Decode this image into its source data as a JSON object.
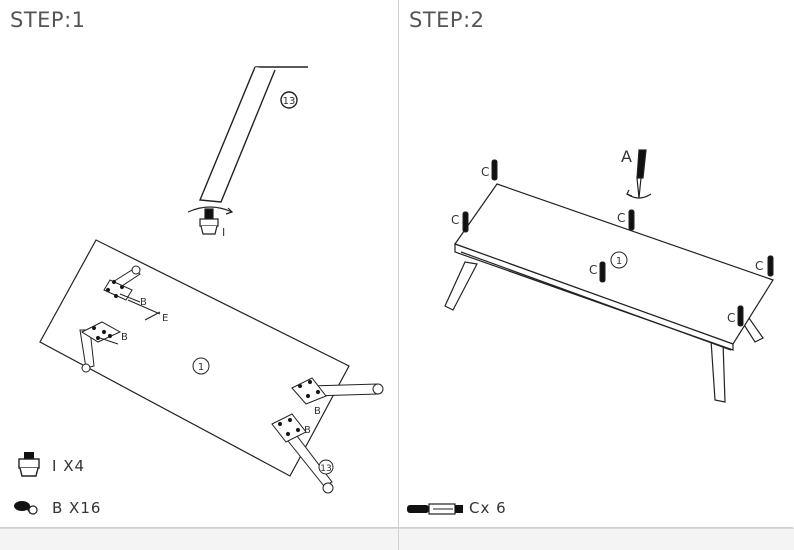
{
  "steps": [
    {
      "title": "STEP:1",
      "part_labels": {
        "leg": "13",
        "panel": "1",
        "leg_cap": "I",
        "bolt": "B",
        "tool": "E"
      },
      "legend": [
        {
          "icon": "foot-cap-icon",
          "text": "I  X4"
        },
        {
          "icon": "bolt-icon",
          "text": "B  X16"
        }
      ]
    },
    {
      "title": "STEP:2",
      "part_labels": {
        "panel": "1",
        "tool": "A",
        "dowel": "C"
      },
      "legend": [
        {
          "icon": "dowel-icon",
          "text": "Cx  6"
        }
      ]
    }
  ]
}
